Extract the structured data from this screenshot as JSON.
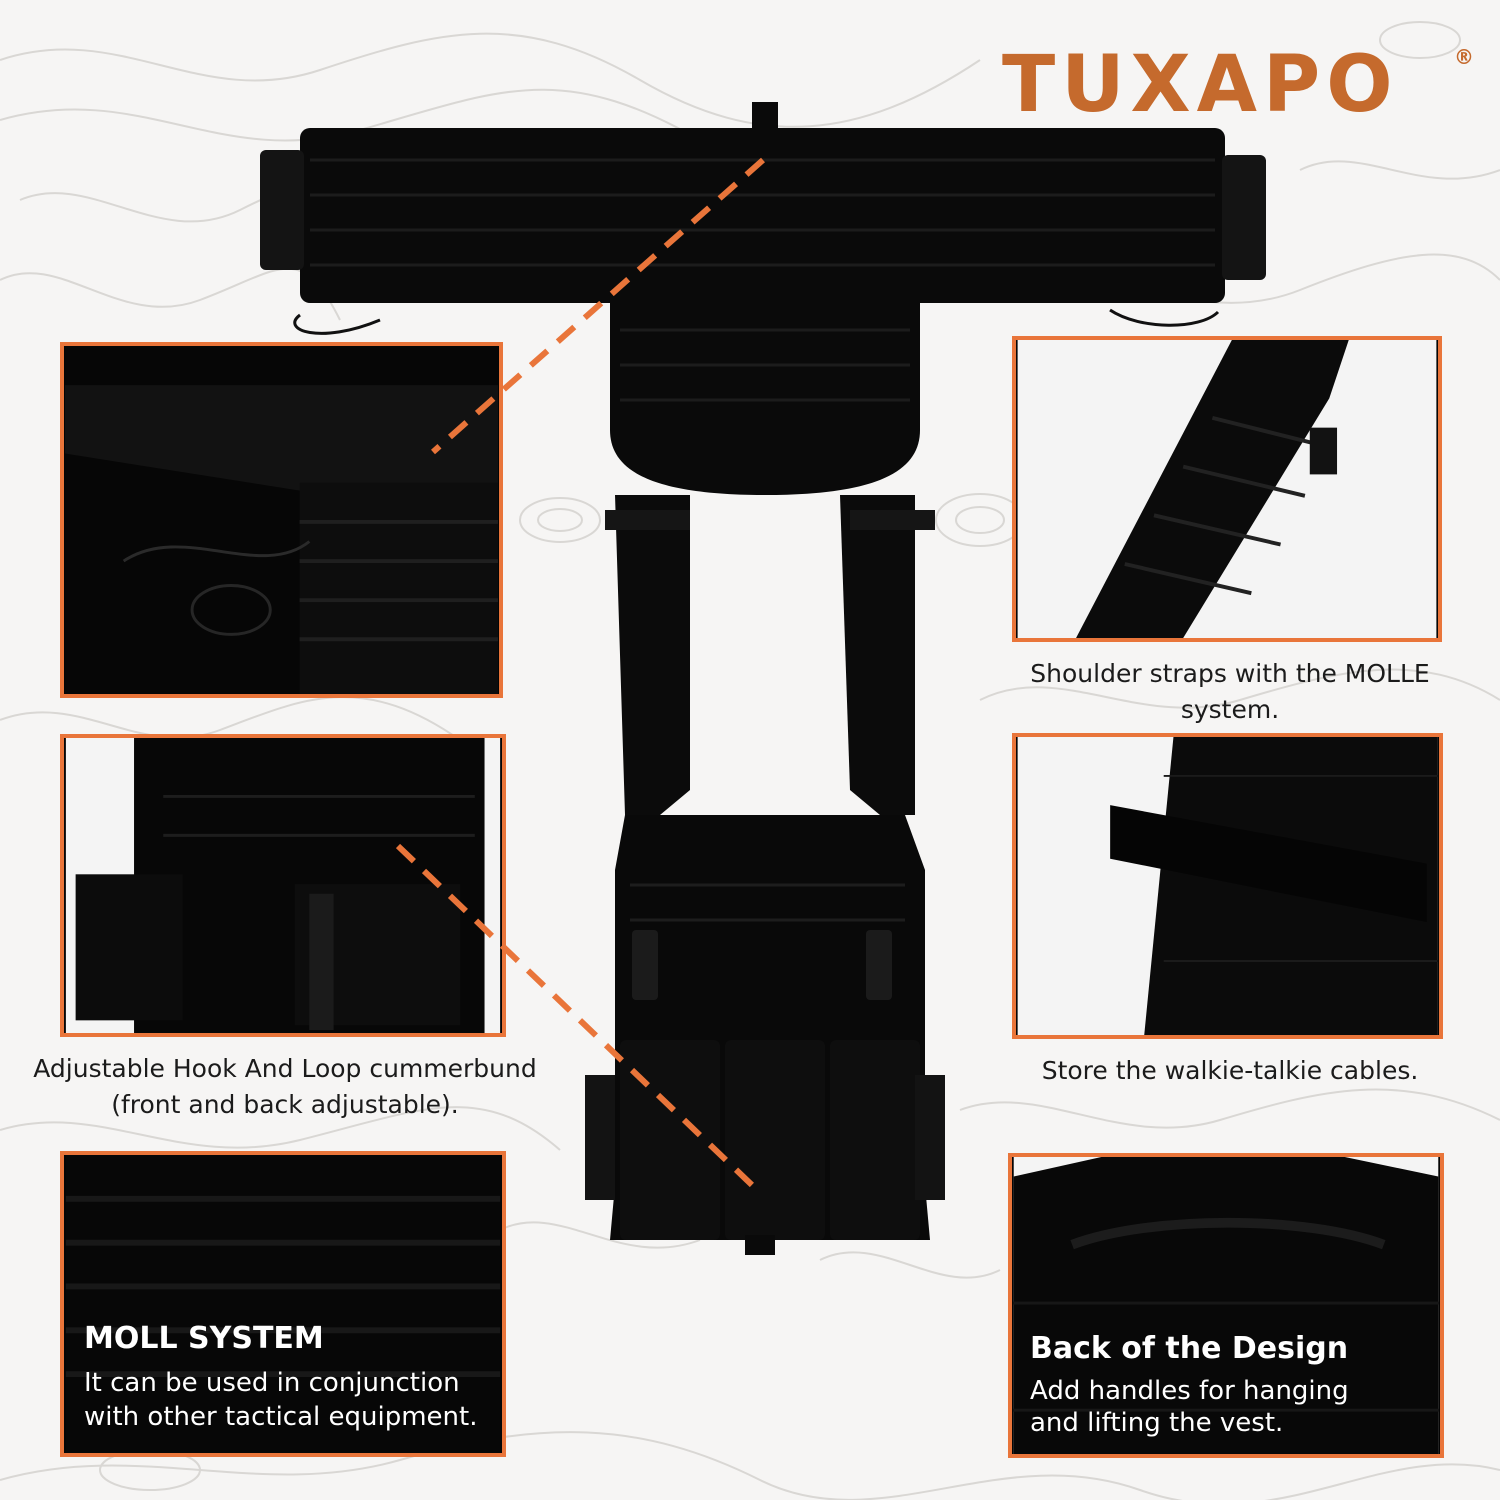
{
  "brand": {
    "logo_text": "TUXAPO",
    "registered_mark": "®",
    "accent_color": "#e9753a",
    "logo_color": "#c56a2d"
  },
  "product": {
    "image": "tactical-vest-icon"
  },
  "features": {
    "cummerbund": {
      "image": "cummerbund-closeup-photo",
      "caption_line1": "Adjustable Hook And Loop cummerbund",
      "caption_line2": "(front and back adjustable)."
    },
    "shoulder": {
      "image": "shoulder-strap-closeup-photo",
      "caption": "Shoulder straps with the MOLLE system."
    },
    "front_panel": {
      "image": "front-panel-closeup-photo"
    },
    "cables": {
      "image": "cable-loop-closeup-photo",
      "caption": "Store the walkie-talkie cables."
    },
    "molle": {
      "image": "molle-webbing-closeup-photo",
      "title": "MOLL SYSTEM",
      "text_line1": "It can be used in conjunction",
      "text_line2": "with other tactical equipment."
    },
    "back": {
      "image": "back-handle-closeup-photo",
      "title": "Back of the Design",
      "text_line1": "Add handles for hanging",
      "text_line2": "and lifting the vest."
    }
  }
}
